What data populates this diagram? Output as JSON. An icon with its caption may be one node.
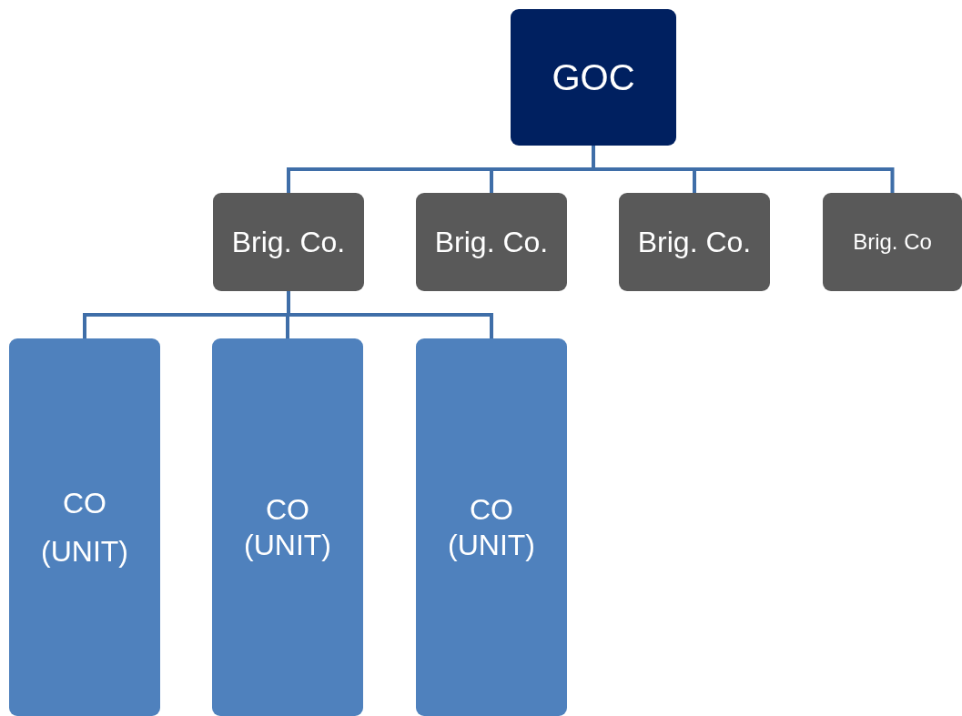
{
  "diagram": {
    "nodes": [
      {
        "text": [
          "GOC"
        ]
      },
      {
        "text": [
          "Brig. Co."
        ]
      },
      {
        "text": [
          "Brig. Co."
        ]
      },
      {
        "text": [
          "Brig. Co."
        ]
      },
      {
        "text": [
          "Brig. Co"
        ]
      },
      {
        "text": [
          "CO",
          "(UNIT)"
        ]
      },
      {
        "text": [
          "CO",
          "(UNIT)"
        ]
      },
      {
        "text": [
          "CO",
          "(UNIT)"
        ]
      }
    ],
    "edges": [
      {
        "from": 0,
        "to": 1,
        "arrow": "none"
      },
      {
        "from": 0,
        "to": 2,
        "arrow": "none"
      },
      {
        "from": 0,
        "to": 3,
        "arrow": "none"
      },
      {
        "from": 0,
        "to": 4,
        "arrow": "none"
      },
      {
        "from": 1,
        "to": 5,
        "arrow": "none"
      },
      {
        "from": 1,
        "to": 6,
        "arrow": "none"
      },
      {
        "from": 1,
        "to": 7,
        "arrow": "none"
      }
    ]
  }
}
